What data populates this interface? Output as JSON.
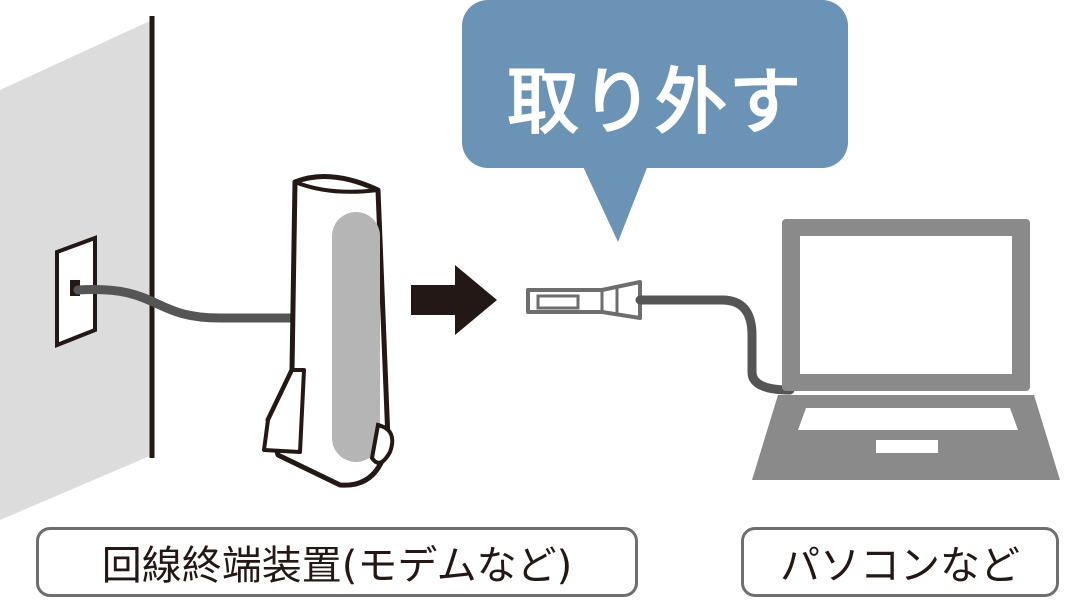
{
  "callout": {
    "text": "取り外す"
  },
  "labels": {
    "modem": "回線終端装置(モデムなど)",
    "pc": "パソコンなど"
  },
  "colors": {
    "callout": "#6a93b5",
    "wall": "#dcdcdc",
    "cable": "#555555",
    "laptop": "#8a8a8a",
    "arrow": "#231815"
  },
  "icons": [
    "wall-outlet-icon",
    "modem-icon",
    "arrow-right-icon",
    "lan-connector-icon",
    "laptop-icon"
  ]
}
